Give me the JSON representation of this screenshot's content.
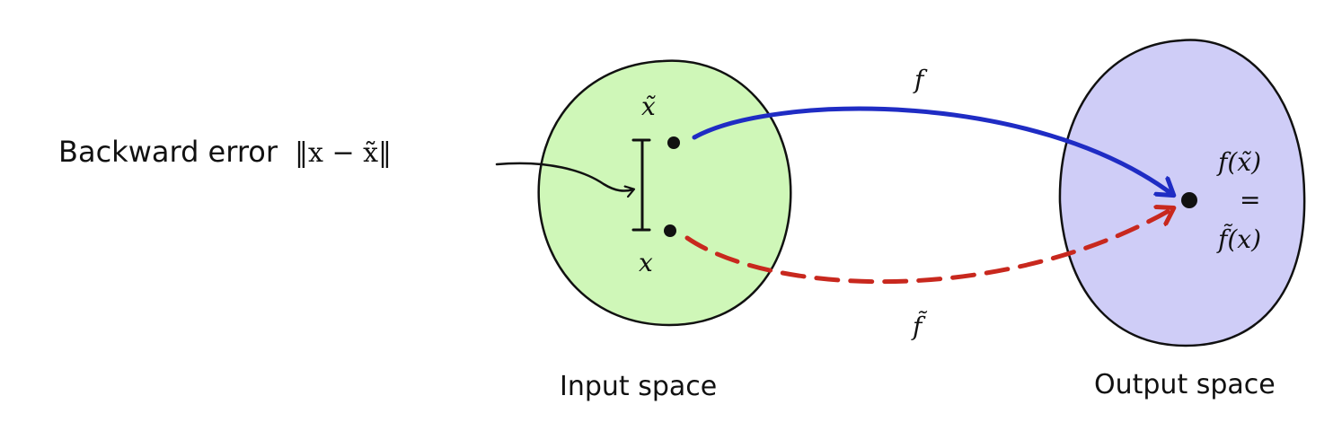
{
  "diagram": {
    "backward_error": {
      "label": "Backward error",
      "formula": "‖x − x̃‖"
    },
    "input_space": {
      "label": "Input space",
      "fill_color": "#cff7b8",
      "points": {
        "x_tilde": "x̃",
        "x": "x"
      }
    },
    "output_space": {
      "label": "Output space",
      "fill_color": "#cfcdf7",
      "result": {
        "top": "f(x̃)",
        "equals": "=",
        "bottom": "f̃(x)"
      }
    },
    "maps": {
      "f": {
        "label": "f",
        "color": "#1f2cc4",
        "style": "solid"
      },
      "f_tilde": {
        "label": "f̃",
        "color": "#c8281e",
        "style": "dashed"
      }
    }
  }
}
